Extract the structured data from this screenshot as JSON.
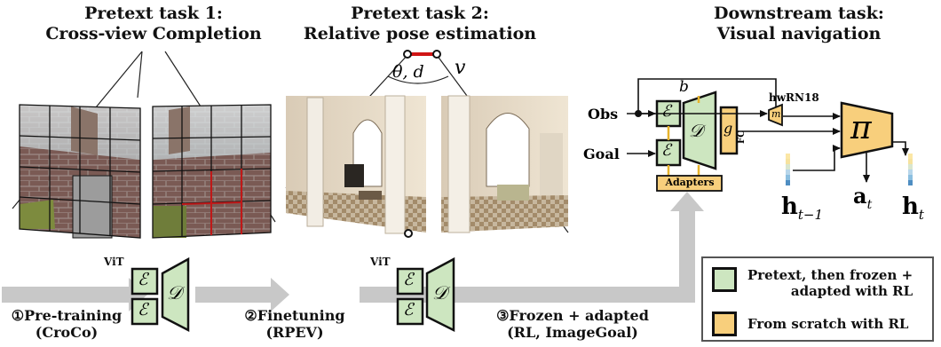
{
  "headers": {
    "pretext1_line1": "Pretext task 1:",
    "pretext1_line2": "Cross-view Completion",
    "pretext2_line1": "Pretext task 2:",
    "pretext2_line2": "Relative pose estimation",
    "downstream_line1": "Downstream task:",
    "downstream_line2": "Visual navigation"
  },
  "pose_label": "θ, d",
  "v_label": "v",
  "stages": [
    {
      "line1": "①Pre-training",
      "line2": "(CroCo)"
    },
    {
      "line1": "②Finetuning",
      "line2": "(RPEV)"
    },
    {
      "line1": "③Frozen + adapted",
      "line2": "(RL, ImageGoal)"
    }
  ],
  "model": {
    "vit": "ViT",
    "encoder_symbol": "ℰ",
    "decoder_symbol": "𝒟"
  },
  "nav": {
    "obs": "Obs",
    "goal": "Goal",
    "b": "b",
    "adapters": "Adapters",
    "g": "g",
    "fc": "FC",
    "hwrn": "hwRN18",
    "m": "m",
    "pi": "π",
    "a_t": "a",
    "a_sub": "t",
    "h_prev": "h",
    "h_prev_sub": "t−1",
    "h_t": "h",
    "h_t_sub": "t"
  },
  "legend": {
    "item1_line1": "Pretext, then frozen +",
    "item1_line2": "adapted with RL",
    "item2": "From scratch with RL",
    "colors": {
      "green": "#cde6c0",
      "orange": "#f8cf7c",
      "border": "#111111"
    }
  }
}
